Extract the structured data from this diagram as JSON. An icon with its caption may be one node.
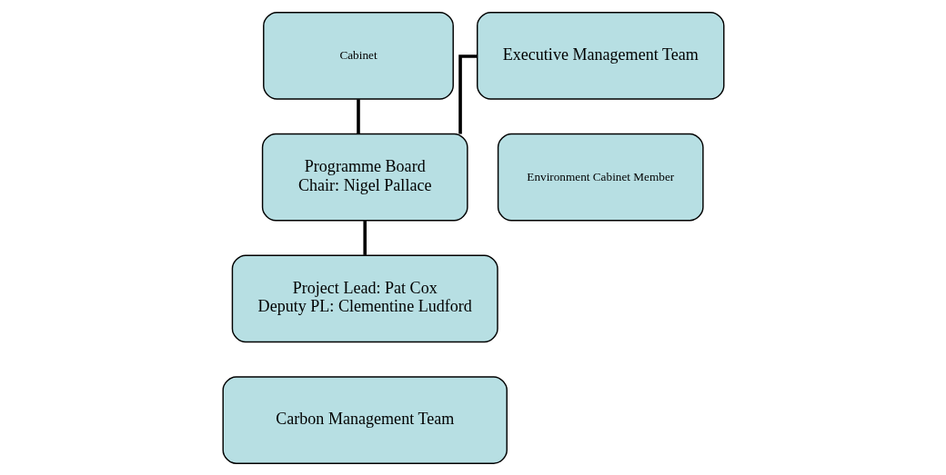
{
  "diagram": {
    "nodes": [
      {
        "text": [
          "Cabinet"
        ]
      },
      {
        "text": [
          "Executive Management Team"
        ]
      },
      {
        "text": [
          "Programme Board",
          "Chair: Nigel Pallace"
        ]
      },
      {
        "text": [
          "Environment Cabinet Member"
        ]
      },
      {
        "text": [
          "Project Lead: Pat Cox",
          "Deputy PL: Clementine Ludford"
        ]
      },
      {
        "text": [
          "Carbon Management Team"
        ]
      }
    ],
    "edges": [
      {
        "from": 0,
        "to": 2,
        "arrow": "none"
      },
      {
        "from": 1,
        "to": 2,
        "arrow": "none"
      },
      {
        "from": 2,
        "to": 4,
        "arrow": "none"
      }
    ]
  }
}
